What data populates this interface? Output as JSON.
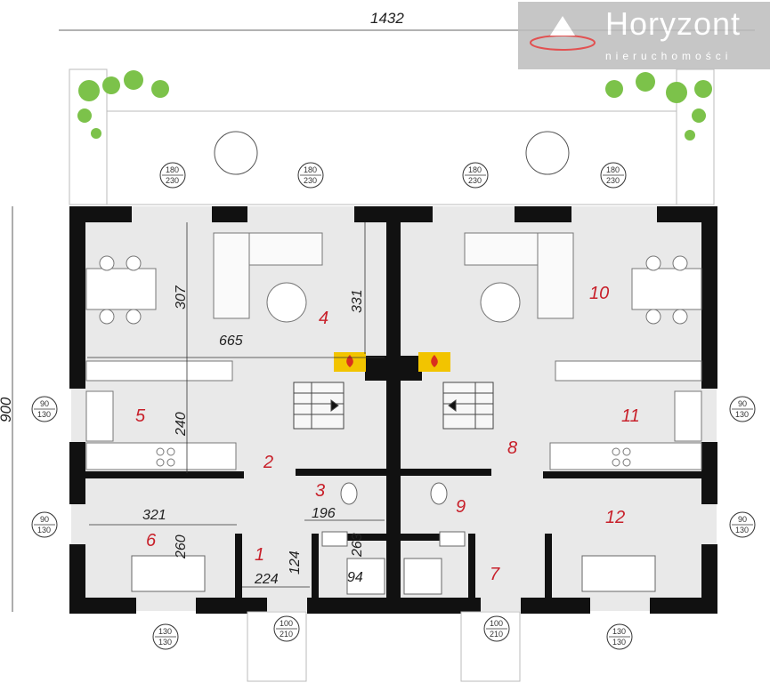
{
  "brand": {
    "name": "Horyzont",
    "subtitle": "nieruchomości"
  },
  "dimensions": {
    "total_width": "1432",
    "total_depth": "900",
    "living_depth": "307",
    "living_width": "665",
    "living_right": "331",
    "kitchen": "240",
    "room6_width": "321",
    "room6_depth": "260",
    "hall_width": "224",
    "hall_depth": "124",
    "bath_width": "196",
    "bath_depth": "263",
    "wc_width": "94"
  },
  "rooms": [
    "1",
    "2",
    "3",
    "4",
    "5",
    "6",
    "7",
    "8",
    "9",
    "10",
    "11",
    "12"
  ],
  "windows": {
    "w180_230": [
      "180",
      "230"
    ],
    "w90_130": [
      "90",
      "130"
    ],
    "w130_130": [
      "130",
      "130"
    ],
    "d100_210": [
      "100",
      "210"
    ]
  },
  "colors": {
    "wall": "#111111",
    "floor": "#e9e9e9",
    "terrace": "#ffffff",
    "room_label": "#c8202a",
    "fireplace": "#f2c400",
    "greenery": "#7cc24a"
  }
}
